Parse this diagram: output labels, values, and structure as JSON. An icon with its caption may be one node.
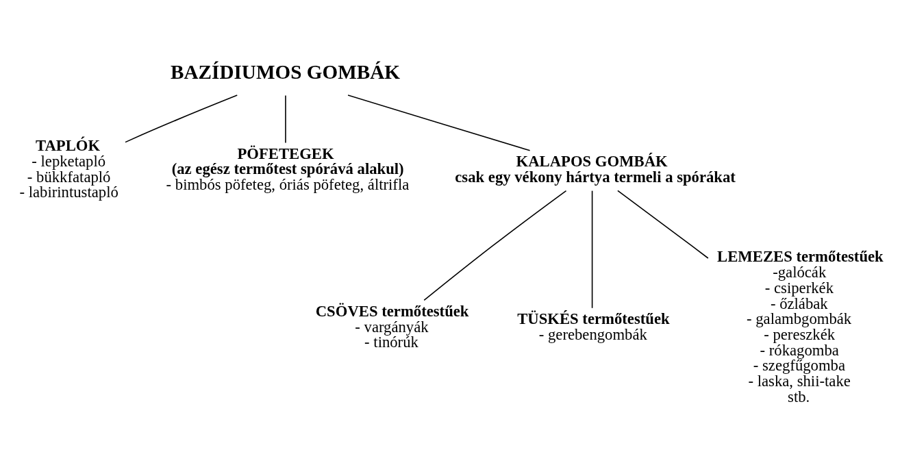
{
  "diagram": {
    "nodes": [
      {
        "text": [
          "BAZÍDIUMOS GOMBÁK"
        ]
      },
      {
        "text": [
          "TAPLÓK",
          "- lepketapló",
          "- bükkfatapló",
          "- labirintustapló"
        ]
      },
      {
        "text": [
          "PÖFETEGEK",
          "(az egész termőtest spórává alakul)",
          "- bimbós pöfeteg, óriás pöfeteg, áltrifla"
        ]
      },
      {
        "text": [
          "KALAPOS GOMBÁK",
          "csak egy vékony hártya termeli a spórákat"
        ]
      },
      {
        "text": [
          "CSÖVES termőtestűek",
          "- vargányák",
          "- tinórúk"
        ]
      },
      {
        "text": [
          "TÜSKÉS termőtestűek",
          "- gerebengombák"
        ]
      },
      {
        "text": [
          "LEMEZES termőtestűek",
          "-galócák",
          "- csiperkék",
          "- őzlábak",
          "- galambgombák",
          "- pereszkék",
          "- rókagomba",
          "- szegfűgomba",
          "- laska, shii-take",
          "stb."
        ]
      }
    ],
    "edges": [
      {
        "from": 0,
        "to": 1,
        "arrow": "none"
      },
      {
        "from": 0,
        "to": 2,
        "arrow": "none"
      },
      {
        "from": 0,
        "to": 3,
        "arrow": "none"
      },
      {
        "from": 3,
        "to": 4,
        "arrow": "none"
      },
      {
        "from": 3,
        "to": 5,
        "arrow": "none"
      },
      {
        "from": 3,
        "to": 6,
        "arrow": "none"
      }
    ]
  }
}
